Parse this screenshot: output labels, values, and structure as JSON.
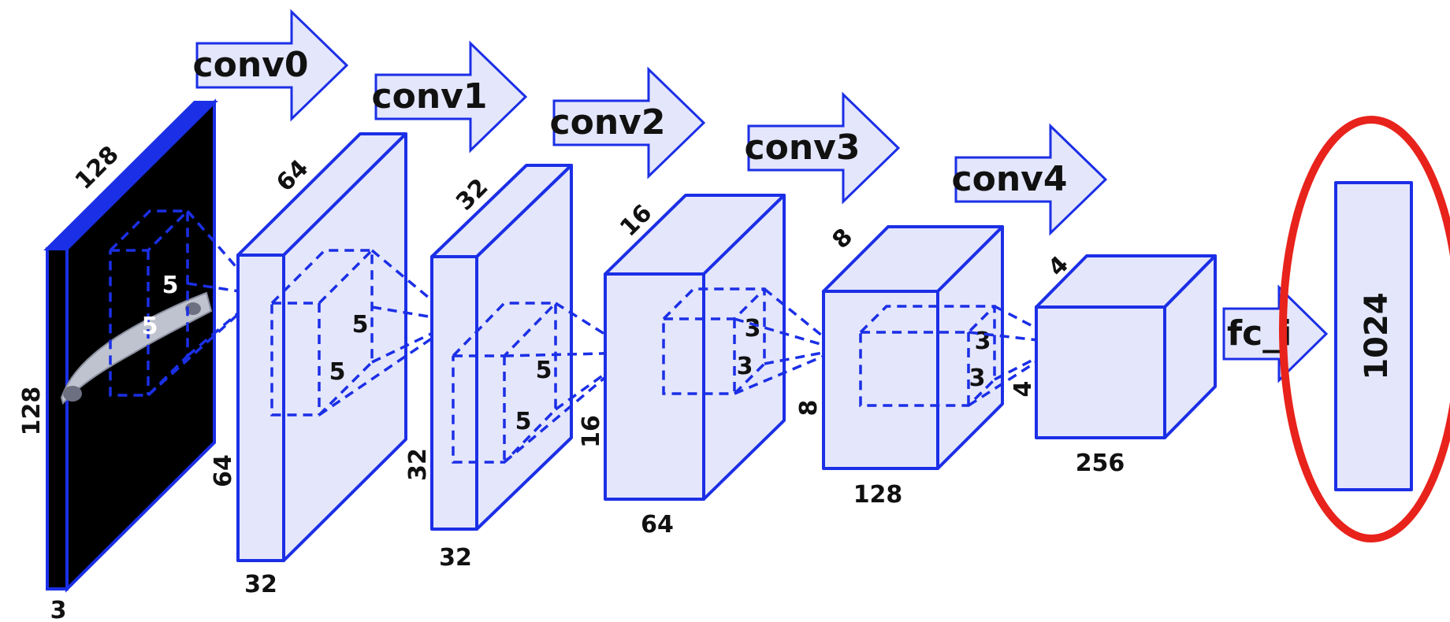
{
  "layers": [
    {
      "id": "input",
      "dims": {
        "width": "128",
        "height": "128",
        "depth": "3"
      },
      "kernel": [
        "5",
        "5"
      ]
    },
    {
      "id": "layer1",
      "dims": {
        "width": "64",
        "height": "64",
        "depth": "32"
      },
      "kernel": [
        "5",
        "5"
      ]
    },
    {
      "id": "layer2",
      "dims": {
        "width": "32",
        "height": "32",
        "depth": "32"
      },
      "kernel": [
        "5",
        "5"
      ]
    },
    {
      "id": "layer3",
      "dims": {
        "width": "16",
        "height": "16",
        "depth": "64"
      },
      "kernel": [
        "3",
        "3"
      ]
    },
    {
      "id": "layer4",
      "dims": {
        "width": "8",
        "height": "8",
        "depth": "128"
      },
      "kernel": [
        "3",
        "3"
      ]
    },
    {
      "id": "layer5",
      "dims": {
        "width": "4",
        "height": "4",
        "depth": "256"
      }
    }
  ],
  "ops": [
    "conv0",
    "conv1",
    "conv2",
    "conv3",
    "conv4",
    "fc_i"
  ],
  "output": {
    "label": "1024",
    "highlight_color": "#e8231c"
  },
  "colors": {
    "stroke": "#1b2fe6",
    "fill": "#e4e6fb",
    "input_fill": "#000000"
  }
}
